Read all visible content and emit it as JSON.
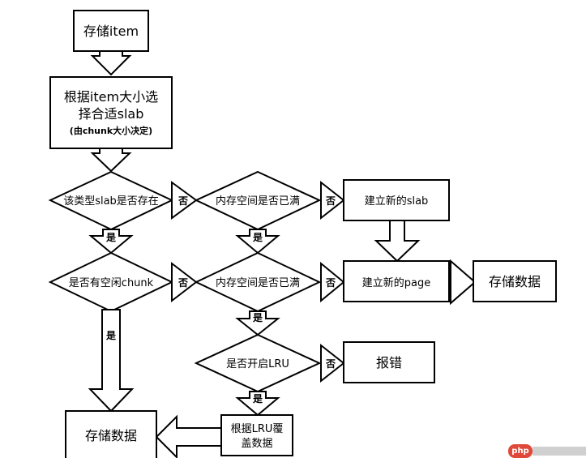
{
  "nodes": {
    "store_item": "存储item",
    "choose_slab_line1": "根据item大小选",
    "choose_slab_line2": "择合适slab",
    "choose_slab_note": "(由chunk大小决定)",
    "slab_exists": "该类型slab是否存在",
    "mem_full_1": "内存空间是否已满",
    "new_slab": "建立新的slab",
    "free_chunk": "是否有空闲chunk",
    "mem_full_2": "内存空间是否已满",
    "new_page": "建立新的page",
    "store_data_right": "存储数据",
    "lru_enabled": "是否开启LRU",
    "error": "报错",
    "lru_overwrite_line1": "根据LRU覆",
    "lru_overwrite_line2": "盖数据",
    "store_data_bottom": "存储数据"
  },
  "edge_labels": {
    "no_1": "否",
    "no_2": "否",
    "yes_1": "是",
    "yes_2": "是",
    "no_3": "否",
    "no_4": "否",
    "yes_3": "是",
    "yes_4": "是",
    "no_5": "否",
    "yes_5": "是"
  },
  "watermark": {
    "text": "php",
    "color": "#e0483a"
  }
}
